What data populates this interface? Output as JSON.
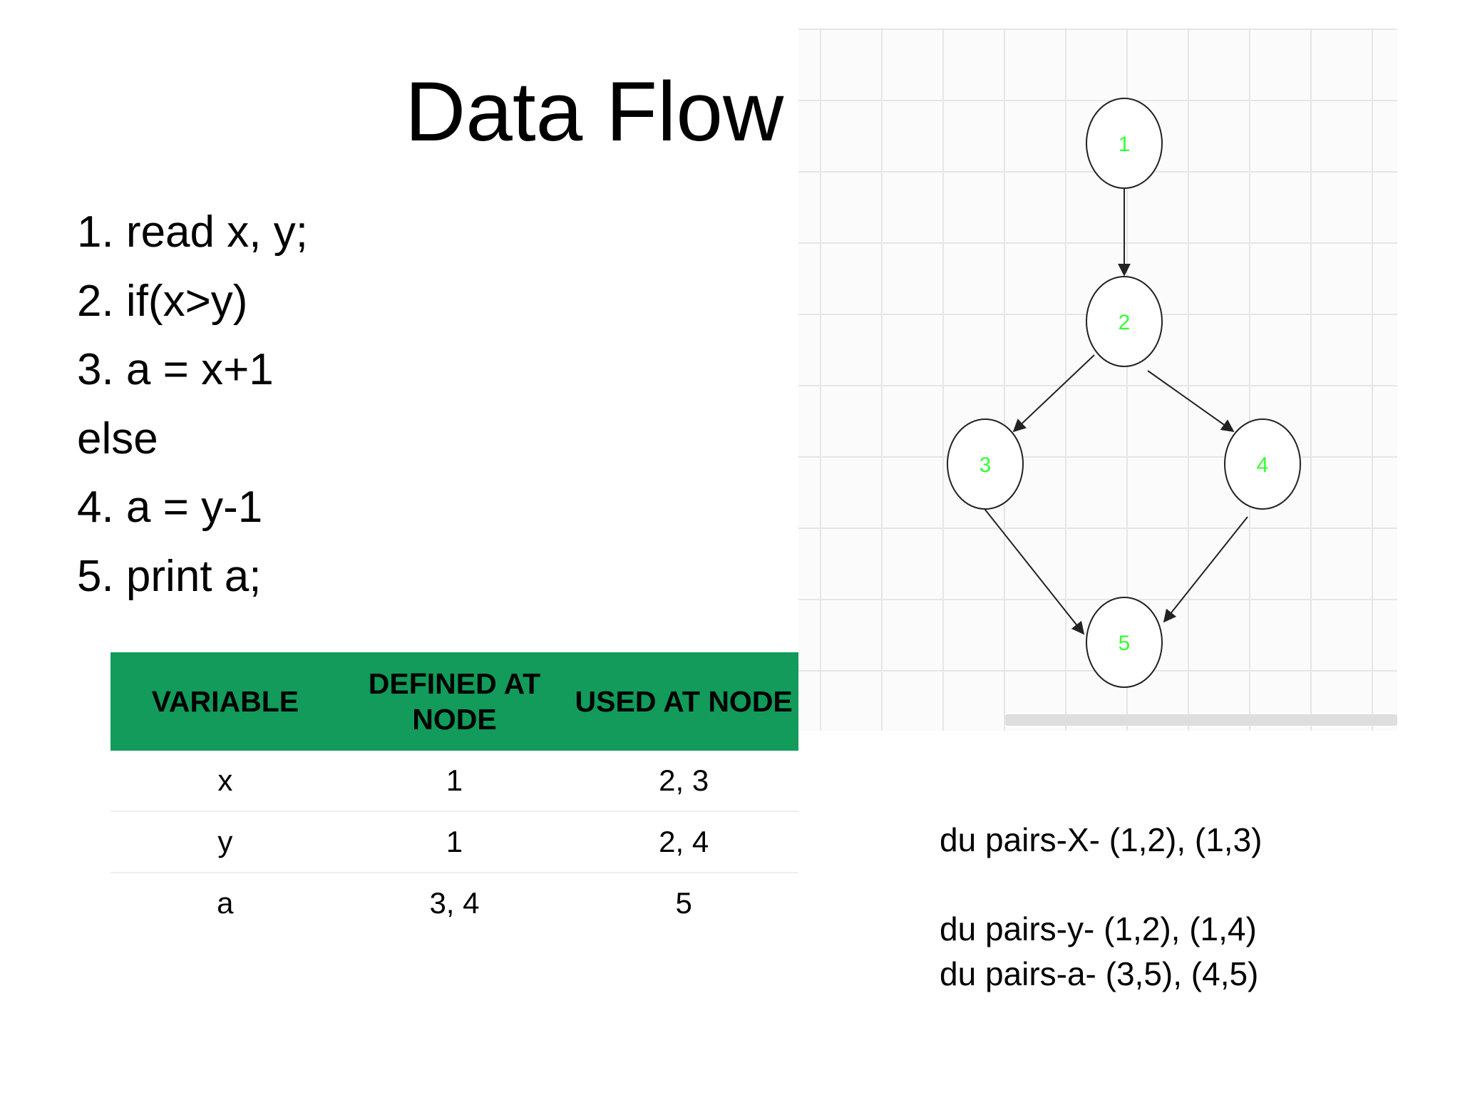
{
  "slide": {
    "title": "Data Flow T",
    "code_lines": [
      "1. read x, y;",
      "2. if(x>y)",
      "3. a = x+1",
      "else",
      "4. a = y-1",
      "5. print a;"
    ]
  },
  "table": {
    "headers": [
      "VARIABLE",
      "DEFINED AT NODE",
      "USED AT NODE"
    ],
    "rows": [
      [
        "x",
        "1",
        "2, 3"
      ],
      [
        "y",
        "1",
        "2, 4"
      ],
      [
        "a",
        "3, 4",
        "5"
      ]
    ],
    "header_color": "#129b5a"
  },
  "graph": {
    "nodes": [
      "1",
      "2",
      "3",
      "4",
      "5"
    ],
    "edges": [
      [
        "1",
        "2"
      ],
      [
        "2",
        "3"
      ],
      [
        "2",
        "4"
      ],
      [
        "3",
        "5"
      ],
      [
        "4",
        "5"
      ]
    ],
    "node_label_color": "#33ff33"
  },
  "du_pairs": [
    "du pairs-X- (1,2), (1,3)",
    "du pairs-y- (1,2), (1,4)",
    "du pairs-a- (3,5), (4,5)"
  ]
}
